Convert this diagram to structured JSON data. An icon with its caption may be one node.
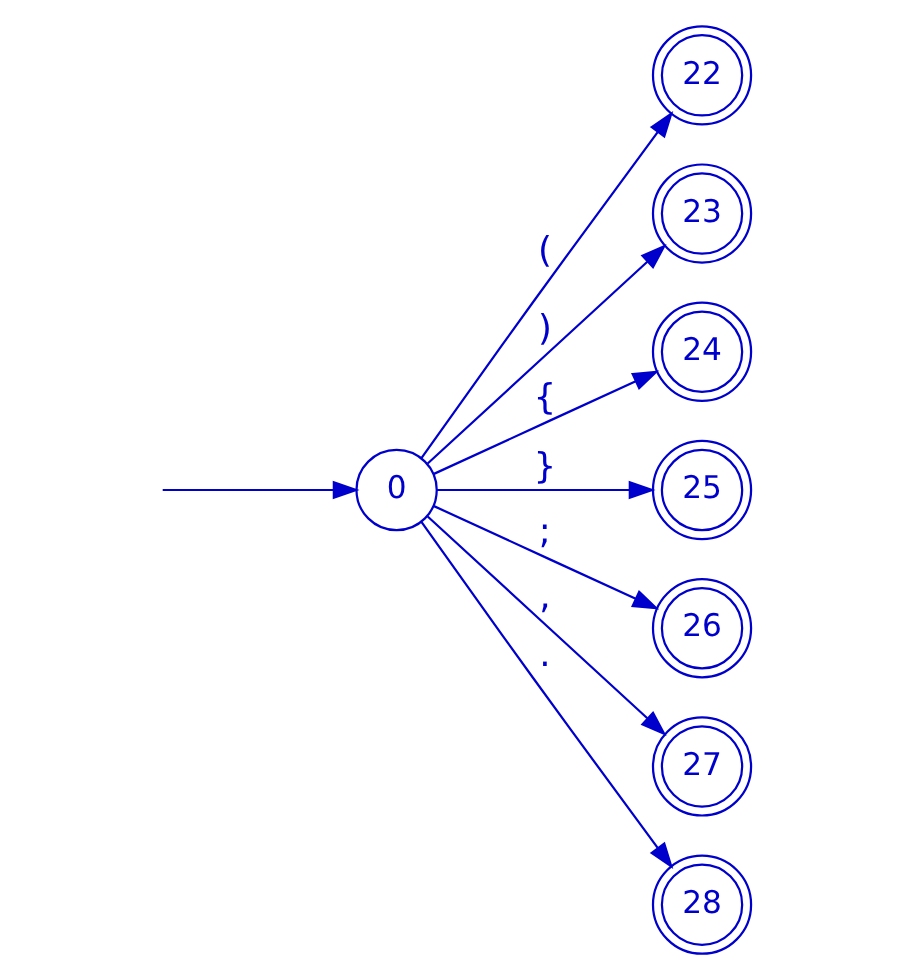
{
  "diagram": {
    "nodes": [
      {
        "text": [
          "0"
        ]
      },
      {
        "text": [
          "22"
        ]
      },
      {
        "text": [
          "23"
        ]
      },
      {
        "text": [
          "24"
        ]
      },
      {
        "text": [
          "25"
        ]
      },
      {
        "text": [
          "26"
        ]
      },
      {
        "text": [
          "27"
        ]
      },
      {
        "text": [
          "28"
        ]
      }
    ],
    "edges": [
      {
        "from": null,
        "to": 0,
        "arrow": "to"
      },
      {
        "from": 0,
        "to": 1,
        "arrow": "to",
        "label": "("
      },
      {
        "from": 0,
        "to": 2,
        "arrow": "to",
        "label": ")"
      },
      {
        "from": 0,
        "to": 3,
        "arrow": "to",
        "label": "{"
      },
      {
        "from": 0,
        "to": 4,
        "arrow": "to",
        "label": "}"
      },
      {
        "from": 0,
        "to": 5,
        "arrow": "to",
        "label": ";"
      },
      {
        "from": 0,
        "to": 6,
        "arrow": "to",
        "label": ","
      },
      {
        "from": 0,
        "to": 7,
        "arrow": "to",
        "label": "."
      }
    ]
  }
}
